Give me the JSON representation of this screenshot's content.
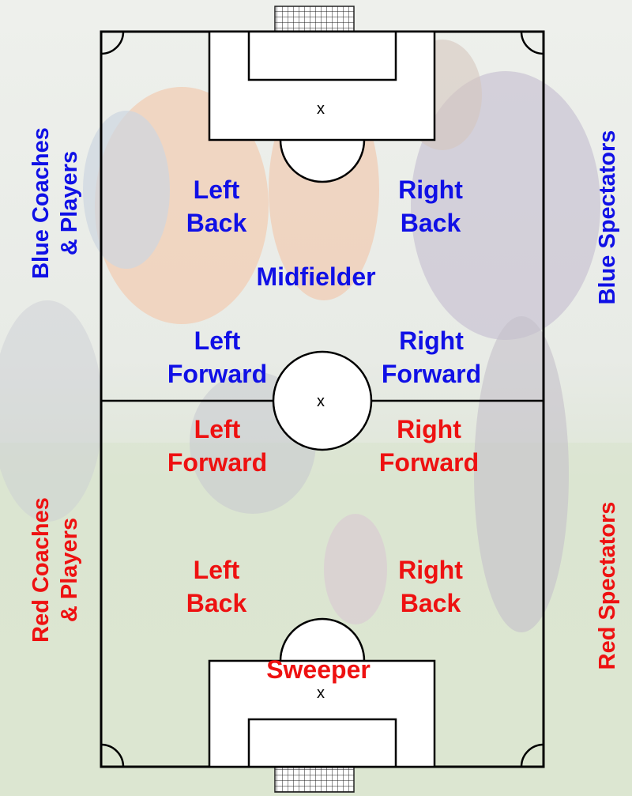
{
  "colors": {
    "blue": "#1010e6",
    "red": "#ee1111"
  },
  "sidelines": {
    "blue_coaches": "Blue Coaches\n& Players",
    "red_coaches": "Red Coaches\n& Players",
    "blue_spectators": "Blue Spectators",
    "red_spectators": "Red Spectators"
  },
  "blue_team": {
    "left_back": "Left\nBack",
    "right_back": "Right\nBack",
    "midfielder": "Midfielder",
    "left_forward": "Left\nForward",
    "right_forward": "Right\nForward"
  },
  "red_team": {
    "left_forward": "Left\nForward",
    "right_forward": "Right\nForward",
    "left_back": "Left\nBack",
    "right_back": "Right\nBack",
    "sweeper": "Sweeper"
  },
  "marks": {
    "top_penalty": "x",
    "center": "x",
    "bottom_penalty": "x"
  },
  "background_image": "girls-soccer-players-photo"
}
